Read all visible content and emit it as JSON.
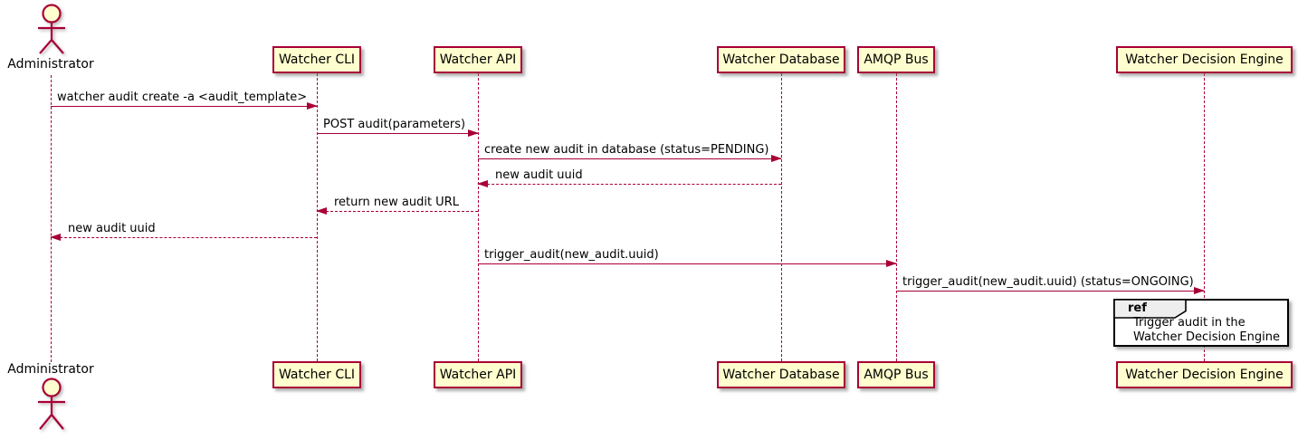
{
  "diagram": {
    "type": "sequence",
    "actor": {
      "label": "Administrator"
    },
    "participants": [
      {
        "label": "Watcher CLI"
      },
      {
        "label": "Watcher API"
      },
      {
        "label": "Watcher Database"
      },
      {
        "label": "AMQP Bus"
      },
      {
        "label": "Watcher Decision Engine"
      }
    ],
    "messages": [
      {
        "from": "Administrator",
        "to": "Watcher CLI",
        "label": "watcher audit create -a <audit_template>",
        "line": "solid",
        "direction": "right"
      },
      {
        "from": "Watcher CLI",
        "to": "Watcher API",
        "label": "POST audit(parameters)",
        "line": "solid",
        "direction": "right"
      },
      {
        "from": "Watcher API",
        "to": "Watcher Database",
        "label": "create new audit in database (status=PENDING)",
        "line": "solid",
        "direction": "right"
      },
      {
        "from": "Watcher Database",
        "to": "Watcher API",
        "label": "new audit uuid",
        "line": "dashed",
        "direction": "left"
      },
      {
        "from": "Watcher API",
        "to": "Watcher CLI",
        "label": "return new audit URL",
        "line": "dashed",
        "direction": "left"
      },
      {
        "from": "Watcher CLI",
        "to": "Administrator",
        "label": "new audit uuid",
        "line": "dashed",
        "direction": "left"
      },
      {
        "from": "Watcher API",
        "to": "AMQP Bus",
        "label": "trigger_audit(new_audit.uuid)",
        "line": "solid",
        "direction": "right"
      },
      {
        "from": "AMQP Bus",
        "to": "Watcher Decision Engine",
        "label": "trigger_audit(new_audit.uuid) (status=ONGOING)",
        "line": "solid",
        "direction": "right"
      }
    ],
    "ref": {
      "keyword": "ref",
      "text_lines": [
        "Trigger audit in the",
        "Watcher Decision Engine"
      ]
    },
    "colors": {
      "participant_fill": "#FEFECE",
      "accent": "#A80036",
      "text": "#000000",
      "ref_header_fill": "#EEEEEE",
      "ref_border": "#000000",
      "background": "#FFFFFF"
    }
  }
}
